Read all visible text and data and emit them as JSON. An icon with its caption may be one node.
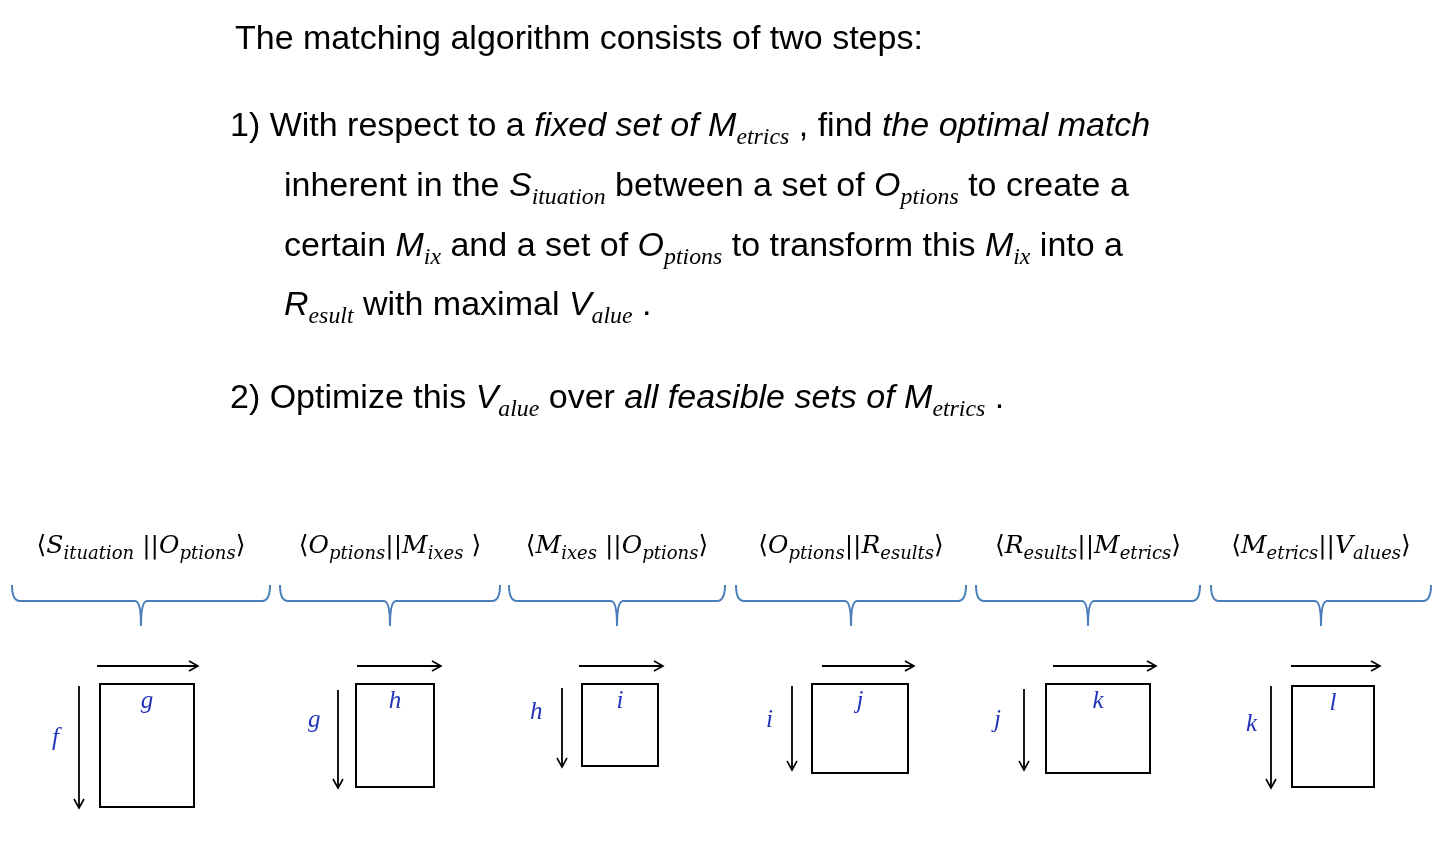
{
  "diagram": {
    "title": "The matching algorithm consists of two steps:",
    "nodes": [
      {
        "text": [
          "g"
        ],
        "beside": [
          "f"
        ]
      },
      {
        "text": [
          "h"
        ],
        "beside": [
          "g"
        ]
      },
      {
        "text": [
          "i"
        ],
        "beside": [
          "h"
        ]
      },
      {
        "text": [
          "j"
        ],
        "beside": [
          "i"
        ]
      },
      {
        "text": [
          "k"
        ],
        "beside": [
          "j"
        ]
      },
      {
        "text": [
          "l"
        ],
        "beside": [
          "k"
        ]
      }
    ],
    "edges": [],
    "labels": [
      "1) With respect to a *fixed set of* *M*$_{etrics}$ , find *the optimal match* inherent in the *S*$_{ituation}$ between a set of *O*$_{ptions}$ to create a certain *M*$_{ix}$ and a set of *O*$_{ptions}$ to transform this *M*$_{ix}$ into a *R*$_{esult}$ with maximal *V*$_{alue}$ .",
      "2) Optimize this *V*$_{alue}$ over *all feasible sets of* *M*$_{etrics}$ .",
      "⟨*S*$_{ituation}$ ||*O*$_{ptions}$⟩",
      "⟨*O*$_{ptions}$||*M*$_{ixes}$ ⟩",
      "⟨*M*$_{ixes}$ ||*O*$_{ptions}$⟩",
      "⟨*O*$_{ptions}$||*R*$_{esults}$⟩",
      "⟨*R*$_{esults}$||*M*$_{etrics}$⟩",
      "⟨*M*$_{etrics}$||*V*$_{alues}$⟩"
    ]
  }
}
